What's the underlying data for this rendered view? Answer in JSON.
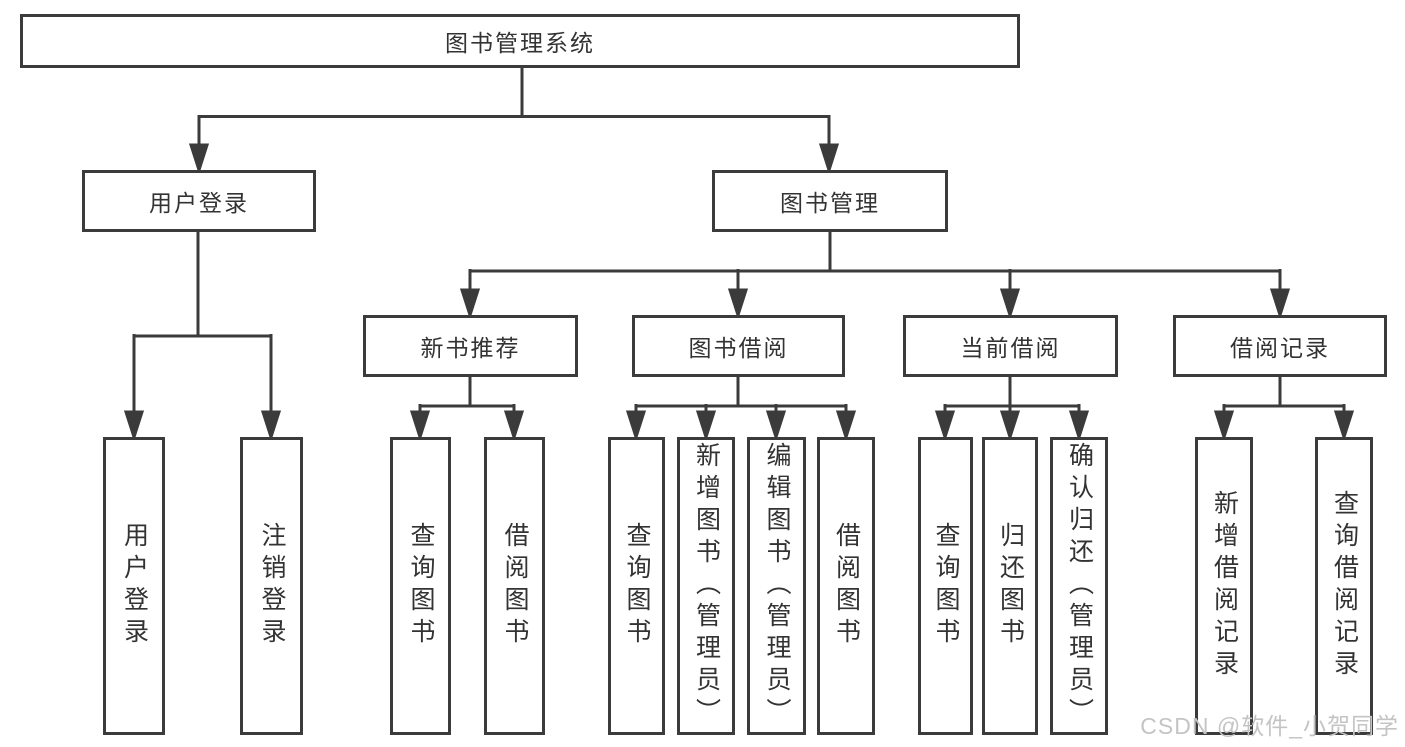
{
  "watermark": "CSDN @软件_小贺同学",
  "colors": {
    "line": "#3b3b3b",
    "text": "#333333",
    "watermark": "#c4c4c4",
    "background": "#ffffff"
  },
  "tree": {
    "root": {
      "label": "图书管理系统"
    },
    "branches": [
      {
        "label": "用户登录",
        "children": [
          {
            "label": "用户登录"
          },
          {
            "label": "注销登录"
          }
        ]
      },
      {
        "label": "图书管理",
        "children": [
          {
            "label": "新书推荐",
            "children": [
              {
                "label": "查询图书"
              },
              {
                "label": "借阅图书"
              }
            ]
          },
          {
            "label": "图书借阅",
            "children": [
              {
                "label": "查询图书"
              },
              {
                "label": "新增图书（管理员）"
              },
              {
                "label": "编辑图书（管理员）"
              },
              {
                "label": "借阅图书"
              }
            ]
          },
          {
            "label": "当前借阅",
            "children": [
              {
                "label": "查询图书"
              },
              {
                "label": "归还图书"
              },
              {
                "label": "确认归还（管理员）"
              }
            ]
          },
          {
            "label": "借阅记录",
            "children": [
              {
                "label": "新增借阅记录"
              },
              {
                "label": "查询借阅记录"
              }
            ]
          }
        ]
      }
    ]
  }
}
